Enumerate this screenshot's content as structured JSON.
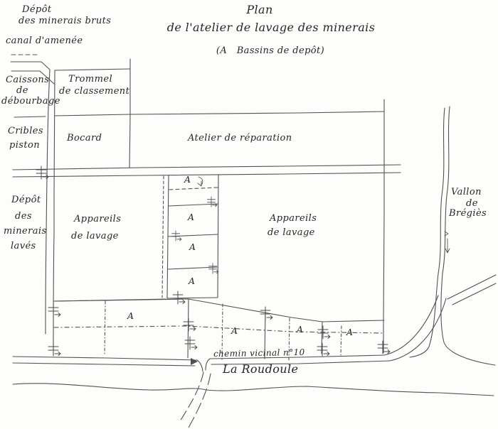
{
  "title": {
    "plan": "Plan",
    "subtitle": "de l'atelier de lavage des minerais",
    "legend": "(A   Bassins de depôt)"
  },
  "labels": {
    "depot_bruts": [
      "Dépôt",
      "des minerais bruts"
    ],
    "canal": "canal d'amenée",
    "caissons": [
      "Caissons",
      "de",
      "débourbage"
    ],
    "trommel": [
      "Trommel",
      "de classement"
    ],
    "cribles": [
      "Cribles",
      "piston"
    ],
    "bocard": "Bocard",
    "atelier_reparation": "Atelier de réparation",
    "depot_laves": [
      "Dépôt",
      "des",
      "minerais",
      "lavés"
    ],
    "appareils_lavage": [
      "Appareils",
      "de lavage"
    ],
    "vallon_bregies": [
      "Vallon",
      "de",
      "Brégiès"
    ],
    "chemin_vicinal": "chemin vicinal n°10",
    "la_roudoule": "La Roudoule",
    "bassin_marker": "A"
  },
  "colors": {
    "ink_lines": "#525252",
    "ink_text": "#262626",
    "paper": "#fdfdfb"
  }
}
